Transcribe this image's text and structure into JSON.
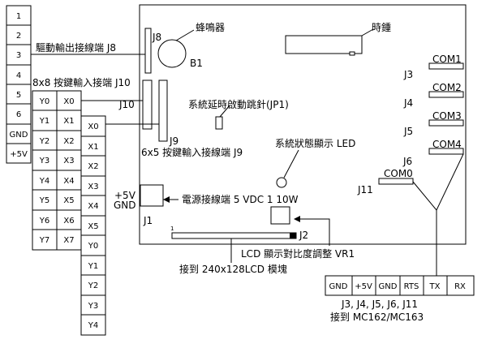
{
  "colors": {
    "line": "#000000",
    "background": "#ffffff"
  },
  "left_pins": [
    "1",
    "2",
    "3",
    "4",
    "5",
    "6",
    "GND",
    "+5V"
  ],
  "col_y": [
    "Y0",
    "Y1",
    "Y2",
    "Y3",
    "Y4",
    "Y5",
    "Y6",
    "Y7"
  ],
  "col_x_left": [
    "X0",
    "X1",
    "X2",
    "X3",
    "X4",
    "X5",
    "X6",
    "X7"
  ],
  "col_right": [
    "X0",
    "X1",
    "X2",
    "X3",
    "X4",
    "X5",
    "Y0",
    "Y1",
    "Y2",
    "Y3",
    "Y4"
  ],
  "labels": {
    "buzzer": "蜂鳴器",
    "clock": "時鍾",
    "j8_desc": "驅動輸出接線端 J8",
    "j10_desc": "8x8 按鍵輸入接端 J10",
    "jp1_desc": "系統延時啟動跳針(JP1)",
    "j9_desc": "6x5 按鍵輸入接線端 J9",
    "led_desc": "系統狀態顯示 LED",
    "power_desc": "電源接線端 5 VDC 1 10W",
    "vr1_desc": "LCD 顯示對比度調整 VR1",
    "lcd_desc": "接到 240x128LCD 模塊",
    "plus5v": "+5V",
    "gnd": "GND",
    "j3_info": "J3, J4, J5, J6, J11",
    "mc_info": "接到 MC162/MC163",
    "one": "1"
  },
  "board_labels": {
    "J8": "J8",
    "B1": "B1",
    "J10": "J10",
    "J9": "J9",
    "J1": "J1",
    "J2": "J2",
    "J3": "J3",
    "J4": "J4",
    "J5": "J5",
    "J6": "J6",
    "J11": "J11",
    "COM1": "COM1",
    "COM2": "COM2",
    "COM3": "COM3",
    "COM4": "COM4",
    "COM0": "COM0"
  },
  "bottom_pins": [
    "GND",
    "+5V",
    "GND",
    "RTS",
    "TX",
    "RX"
  ]
}
